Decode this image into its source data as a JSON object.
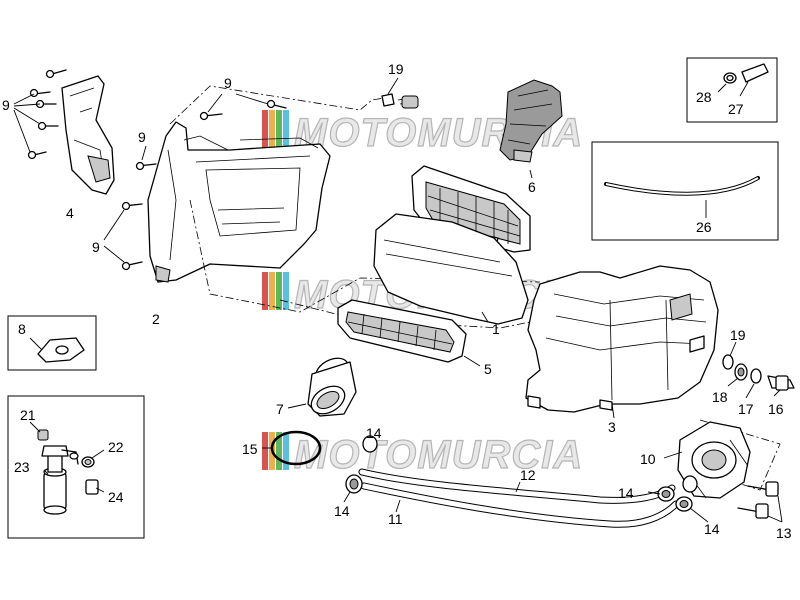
{
  "watermark": {
    "text": "MOTOMURCIA",
    "stripe_colors": [
      "#d9534f",
      "#f0ad4e",
      "#5cb85c",
      "#5bc0de"
    ]
  },
  "callouts": [
    {
      "id": "l9a",
      "text": "9"
    },
    {
      "id": "l9b",
      "text": "9"
    },
    {
      "id": "l9c",
      "text": "9"
    },
    {
      "id": "l9d",
      "text": "9"
    },
    {
      "id": "l4",
      "text": "4"
    },
    {
      "id": "l2",
      "text": "2"
    },
    {
      "id": "l19a",
      "text": "19"
    },
    {
      "id": "l6",
      "text": "6"
    },
    {
      "id": "l28",
      "text": "28"
    },
    {
      "id": "l27",
      "text": "27"
    },
    {
      "id": "l26",
      "text": "26"
    },
    {
      "id": "l1",
      "text": "1"
    },
    {
      "id": "l5",
      "text": "5"
    },
    {
      "id": "l8",
      "text": "8"
    },
    {
      "id": "l7",
      "text": "7"
    },
    {
      "id": "l3",
      "text": "3"
    },
    {
      "id": "l19b",
      "text": "19"
    },
    {
      "id": "l18",
      "text": "18"
    },
    {
      "id": "l17",
      "text": "17"
    },
    {
      "id": "l16",
      "text": "16"
    },
    {
      "id": "l10",
      "text": "10"
    },
    {
      "id": "l21",
      "text": "21"
    },
    {
      "id": "l22",
      "text": "22"
    },
    {
      "id": "l23",
      "text": "23"
    },
    {
      "id": "l24",
      "text": "24"
    },
    {
      "id": "l15",
      "text": "15"
    },
    {
      "id": "l14a",
      "text": "14"
    },
    {
      "id": "l11",
      "text": "11"
    },
    {
      "id": "l12",
      "text": "12"
    },
    {
      "id": "l14b",
      "text": "14"
    },
    {
      "id": "l14c",
      "text": "14"
    },
    {
      "id": "l14d",
      "text": "14"
    },
    {
      "id": "l13",
      "text": "13"
    }
  ]
}
